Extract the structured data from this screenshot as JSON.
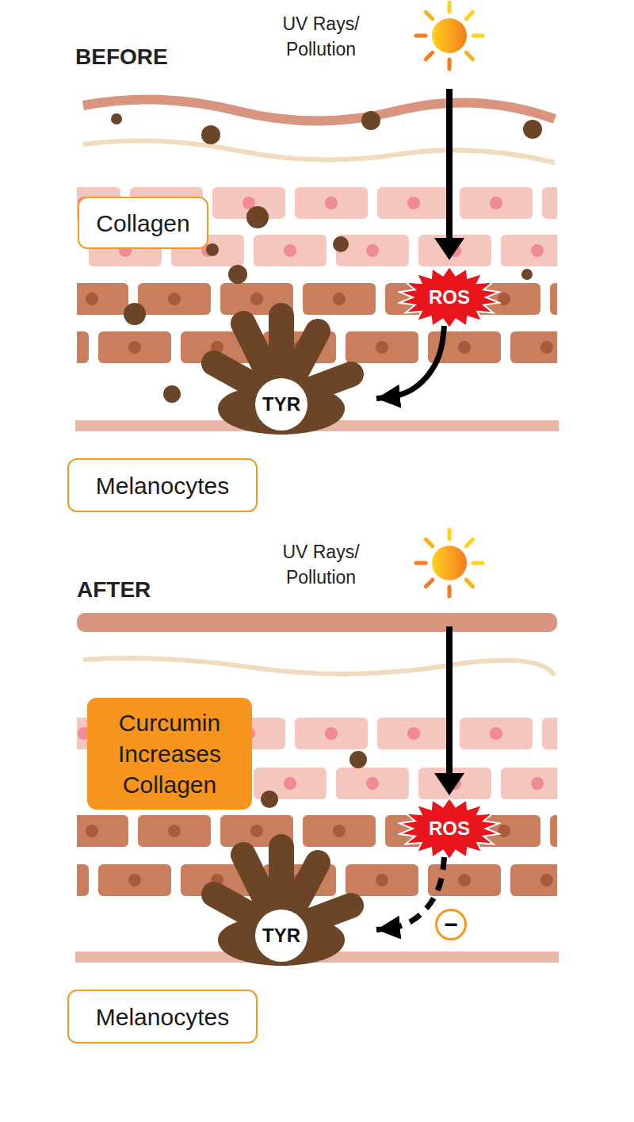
{
  "diagram": {
    "nodes": [
      {
        "text": [
          "Collagen"
        ]
      },
      {
        "text": [
          "ROS"
        ]
      },
      {
        "text": [
          "TYR"
        ]
      },
      {
        "text": [
          "Melanocytes"
        ]
      },
      {
        "text": [
          "Curcumin Increases Collagen"
        ]
      },
      {
        "text": [
          "ROS"
        ]
      },
      {
        "text": [
          "TYR"
        ]
      },
      {
        "text": [
          "Melanocytes"
        ]
      }
    ],
    "edges": [
      {
        "from": 1,
        "to": 2,
        "arrow": "to"
      },
      {
        "from": 5,
        "to": 6,
        "arrow": "to",
        "label": "−"
      }
    ],
    "labels": [
      "UV Rays/ Pollution",
      "BEFORE",
      "UV Rays/ Pollution",
      "AFTER"
    ]
  }
}
